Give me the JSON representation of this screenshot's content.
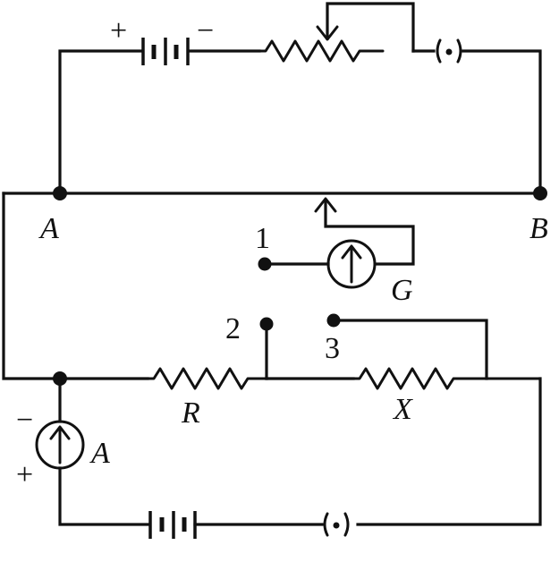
{
  "diagram": {
    "labels": {
      "node_a": "A",
      "node_b": "B",
      "terminal_1": "1",
      "terminal_2": "2",
      "terminal_3": "3",
      "galvanometer": "G",
      "resistor_r": "R",
      "resistor_x": "X",
      "ammeter": "A",
      "top_battery_plus": "+",
      "top_battery_minus": "−",
      "ammeter_minus": "−",
      "ammeter_plus": "+",
      "key_symbol": "(•)"
    }
  }
}
